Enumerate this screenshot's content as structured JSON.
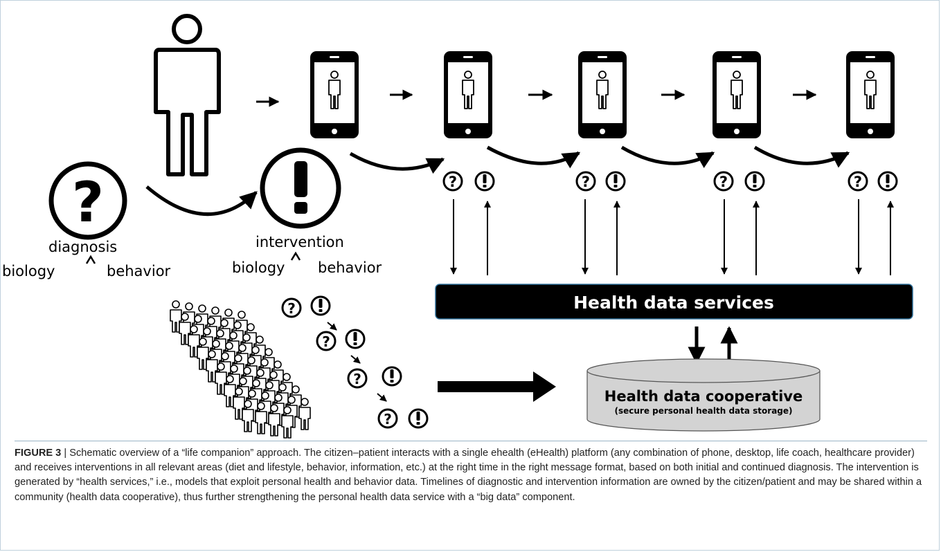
{
  "diagram": {
    "diagnosis_label": "diagnosis",
    "diagnosis_biology": "biology",
    "diagnosis_behavior": "behavior",
    "intervention_label": "intervention",
    "intervention_biology": "biology",
    "intervention_behavior": "behavior",
    "services_label": "Health data services",
    "coop_title": "Health data cooperative",
    "coop_subtitle": "(secure personal health data storage)",
    "question_symbol": "?",
    "exclamation_symbol": "!"
  },
  "caption": {
    "figure_label": "FIGURE 3",
    "separator": " | ",
    "text": "Schematic overview of a “life companion” approach. The citizen–patient interacts with a single ehealth (eHealth) platform (any combination of phone, desktop, life coach, healthcare provider) and receives interventions in all relevant areas (diet and lifestyle, behavior, information, etc.) at the right time in the right message format, based on both initial and continued diagnosis. The intervention is generated by “health services,” i.e., models that exploit personal health and behavior data. Timelines of diagnostic and intervention information are owned by the citizen/patient and may be shared within a community (health data cooperative), thus further strengthening the personal health data service with a “big data” component."
  },
  "colors": {
    "ink": "#000000",
    "services_bar": "#000000",
    "services_border": "#2e6f99",
    "services_text": "#ffffff",
    "cylinder_fill": "#d3d3d3",
    "caption_rule": "#9ab4c6"
  }
}
